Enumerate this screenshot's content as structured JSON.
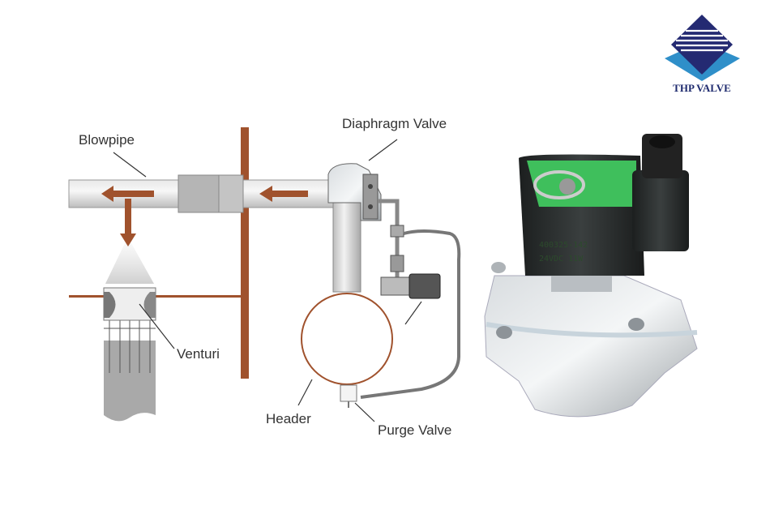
{
  "logo": {
    "text": "THP VALVE"
  },
  "diagram": {
    "labels": {
      "blowpipe": "Blowpipe",
      "diaphragm_valve": "Diaphragm Valve",
      "venturi": "Venturi",
      "header": "Header",
      "purge_valve": "Purge Valve"
    }
  },
  "photo": {
    "coil_line1": "400325-142",
    "coil_line2": "24VDC 11W"
  },
  "colors": {
    "brown": "#a0522d",
    "logo_navy": "#242a72",
    "logo_blue": "#2f8fc9"
  }
}
